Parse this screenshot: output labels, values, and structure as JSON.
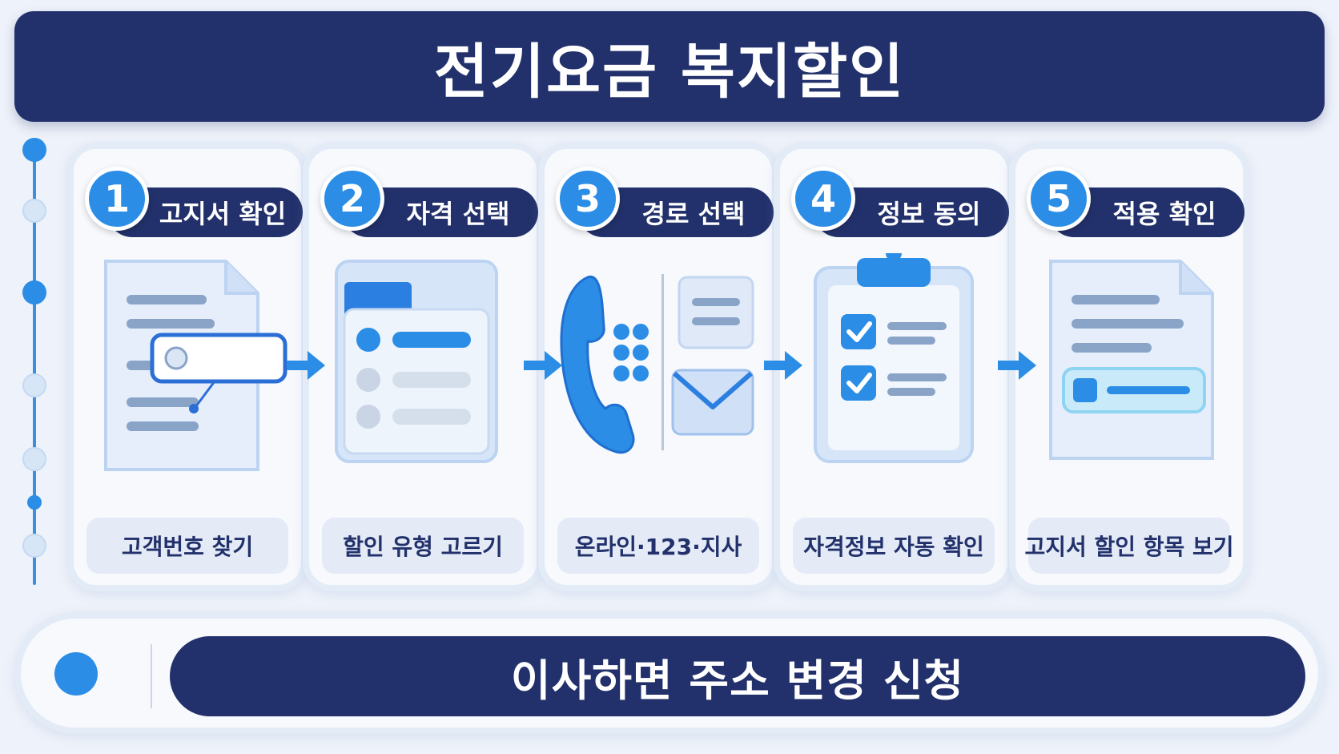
{
  "title": "전기요금 복지할인",
  "steps": [
    {
      "number": "1",
      "label": "고지서 확인",
      "caption": "고객번호 찾기",
      "icon": "bill-search-icon"
    },
    {
      "number": "2",
      "label": "자격 선택",
      "caption": "할인 유형 고르기",
      "icon": "folder-list-icon"
    },
    {
      "number": "3",
      "label": "경로 선택",
      "caption": "온라인·123·지사",
      "icon": "phone-mail-icon"
    },
    {
      "number": "4",
      "label": "정보 동의",
      "caption": "자격정보 자동 확인",
      "icon": "clipboard-check-icon"
    },
    {
      "number": "5",
      "label": "적용 확인",
      "caption": "고지서 할인 항목 보기",
      "icon": "bill-discount-icon"
    }
  ],
  "footer": "이사하면 주소 변경 신청",
  "colors": {
    "navy": "#22316b",
    "accent": "#2b8de6",
    "light": "#dbe8f8"
  }
}
